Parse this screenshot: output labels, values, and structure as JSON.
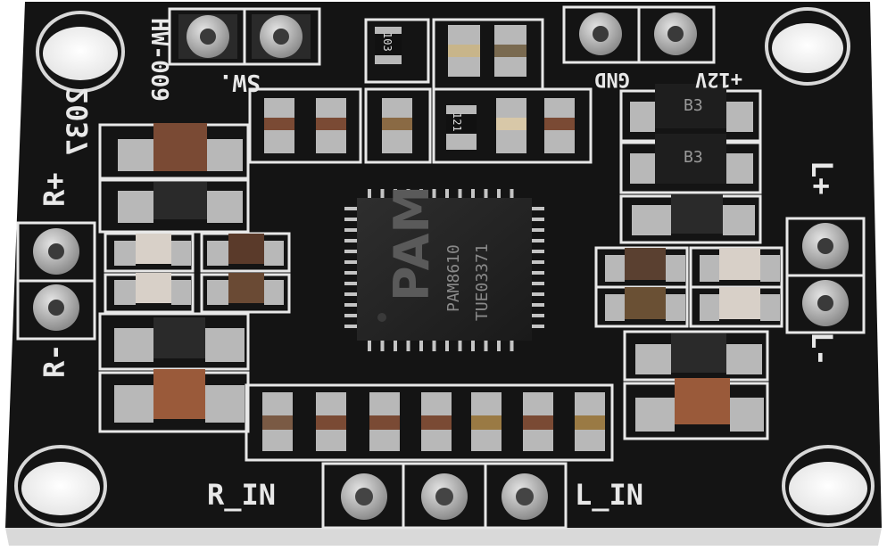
{
  "board": {
    "model_label": "HW-009",
    "date_label": "2037",
    "chip_logo": "PAM",
    "chip_part": "PAM8610",
    "chip_code": "TUE03371"
  },
  "labels": {
    "r_plus": "R+",
    "r_minus": "R-",
    "l_plus": "L+",
    "l_minus": "L-",
    "sw": "SW.",
    "gnd": "GND",
    "v12": "+12V",
    "r_in": "R_IN",
    "l_in": "L_IN"
  },
  "parts": {
    "resistor_a": "103",
    "resistor_b": "121",
    "diode_1": "B3",
    "diode_2": "B3"
  },
  "colors": {
    "pcb": "#141414",
    "silkscreen": "#e8e8e8",
    "pad": "#b8b8b8",
    "capacitor_brown": "#7a4a34",
    "capacitor_tan": "#c8b58a"
  }
}
